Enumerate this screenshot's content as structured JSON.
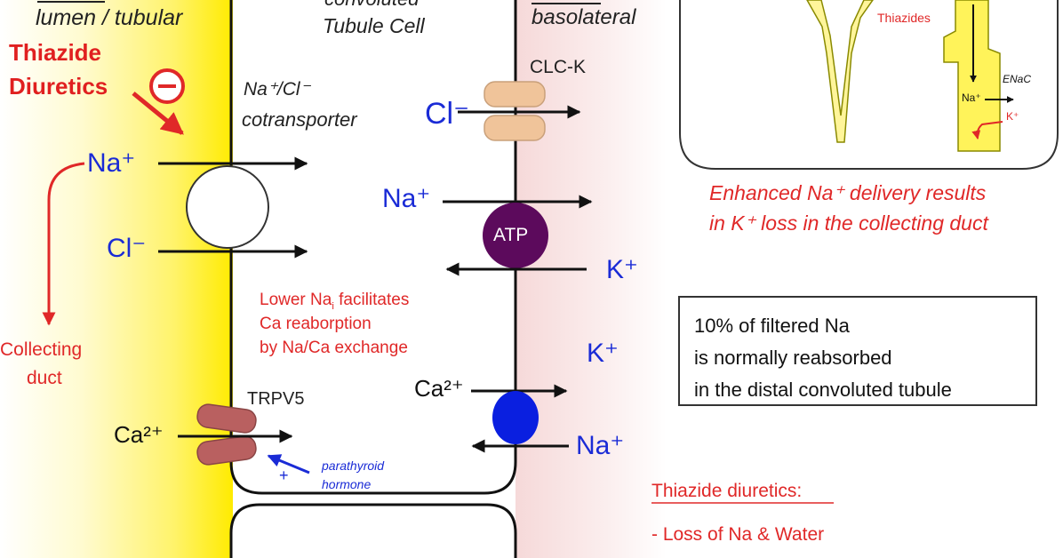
{
  "labels": {
    "lumen": "lumen / tubular",
    "cell": "Tubule Cell",
    "cell_top": "convoluted",
    "basolateral": "basolateral",
    "thiazide_1": "Thiazide",
    "thiazide_2": "Diuretics",
    "minus_symbol": "−",
    "cotransporter_1": "Na⁺/Cl⁻",
    "cotransporter_2": "cotransporter",
    "na_left": "Na⁺",
    "cl_left": "Cl⁻",
    "collecting_1": "Collecting",
    "collecting_2": "duct",
    "clck": "CLC-K",
    "cl_right": "Cl⁻",
    "na_pump": "Na⁺",
    "atp": "ATP",
    "k_pump": "K⁺",
    "k_right": "K⁺",
    "lower_na_1": "Lower Na",
    "lower_na_sub": "i",
    "lower_na_1b": " facilitates",
    "lower_na_2": "Ca reaborption",
    "lower_na_3": "by Na/Ca exchange",
    "trpv5": "TRPV5",
    "ca_lumen": "Ca²⁺",
    "ca_baso": "Ca²⁺",
    "na_exchange": "Na⁺",
    "pth_1": "parathyroid",
    "pth_2": "hormone",
    "plus": "+",
    "inset_thiazides": "Thiazides",
    "inset_na": "Na⁺",
    "inset_enac": "ENaC",
    "inset_k": "K⁺",
    "enhanced_1": "Enhanced Na⁺ delivery results",
    "enhanced_2": "in K⁺ loss in the collecting duct",
    "note_1": "10% of filtered Na",
    "note_2": "is normally reabsorbed",
    "note_3": "in the distal convoluted tubule",
    "thiazide_heading": "Thiazide diuretics",
    "thiazide_heading_colon": ":",
    "effect_1": "- Loss of Na & Water"
  },
  "colors": {
    "red": "#e02828",
    "blue": "#1a2bd6",
    "lumen_yellow": "#ffeb00",
    "atp_purple": "#5c0a5c",
    "exchanger_blue": "#0a1fe0",
    "channel_tan": "#f0c49a",
    "channel_brown": "#b96060"
  }
}
